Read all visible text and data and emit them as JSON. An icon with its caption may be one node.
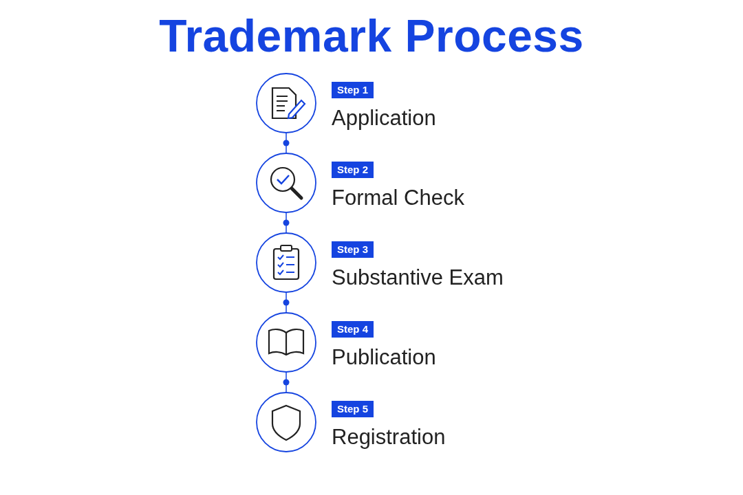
{
  "diagram": {
    "title": "Trademark Process",
    "nodes": [
      {
        "text": [
          "Step 1",
          "Application"
        ]
      },
      {
        "text": [
          "Step 2",
          "Formal Check"
        ]
      },
      {
        "text": [
          "Step 3",
          "Substantive Exam"
        ]
      },
      {
        "text": [
          "Step 4",
          "Publication"
        ]
      },
      {
        "text": [
          "Step 5",
          "Registration"
        ]
      }
    ],
    "edges": [
      {
        "from": 0,
        "to": 1,
        "arrow": "none"
      },
      {
        "from": 1,
        "to": 2,
        "arrow": "none"
      },
      {
        "from": 2,
        "to": 3,
        "arrow": "none"
      },
      {
        "from": 3,
        "to": 4,
        "arrow": "none"
      }
    ]
  }
}
